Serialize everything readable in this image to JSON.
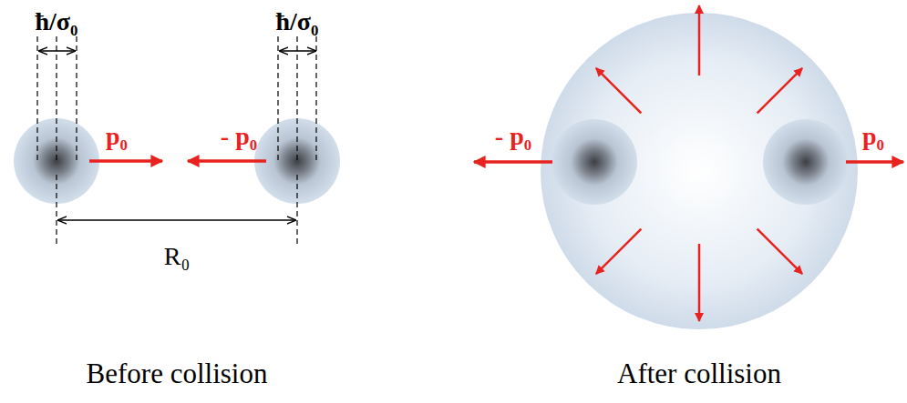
{
  "diagram": {
    "labels": [
      "ħ/σ₀",
      "ħ/σ₀",
      "p₀",
      "- p₀",
      "R₀",
      "Before collision",
      "- p₀",
      "p₀",
      "After collision"
    ]
  }
}
